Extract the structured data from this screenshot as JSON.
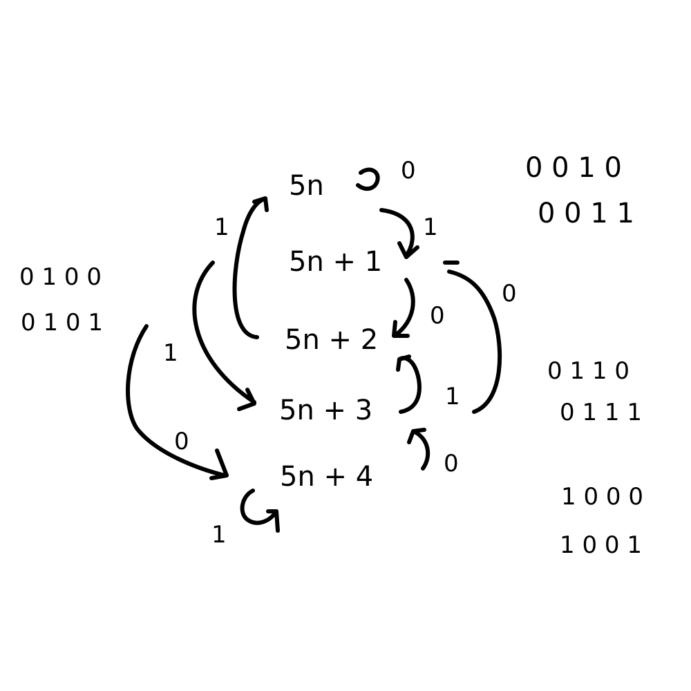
{
  "ink_color": "#000000",
  "background": "#ffffff",
  "states": {
    "s0": "5n",
    "s1": "5n + 1",
    "s2": "5n + 2",
    "s3": "5n + 3",
    "s4": "5n + 4"
  },
  "transitions": {
    "s0_self": "0",
    "s0_to_s1": "1",
    "s1_to_s2": "0",
    "s2_to_s0": "1",
    "s2_to_s3": "1",
    "s3_to_s1": "0",
    "s3_to_s2": "1",
    "s3_to_s4": "0",
    "s4_to_s4": "1",
    "s4_to_s3": "0"
  },
  "binary_notes": {
    "top_right": [
      "0 0 1 0",
      "0 0 1 1"
    ],
    "left": [
      "0 1 0 0",
      "0 1 0 1"
    ],
    "middle_right": [
      "0 1 1 0",
      "0 1 1 1"
    ],
    "bottom_right": [
      "1 0 0 0",
      "1 0 0 1"
    ]
  }
}
